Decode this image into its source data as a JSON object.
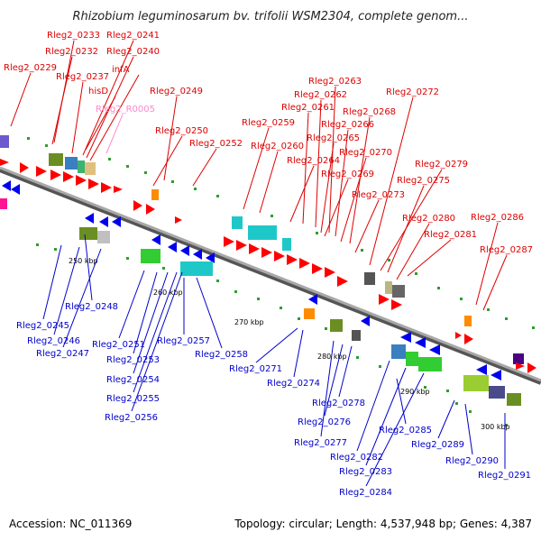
{
  "title": "Rhizobium leguminosarum bv. trifolii WSM2304, complete genom...",
  "footer": {
    "accession": "Accession: NC_011369",
    "summary": "Topology: circular; Length: 4,537,948 bp; Genes: 4,387"
  },
  "scale_ticks": [
    "250 kbp",
    "260 kbp",
    "270 kbp",
    "280 kbp",
    "290 kbp",
    "300 kbp"
  ],
  "colors": {
    "forward_label": "#dd0000",
    "reverse_label": "#0000cc",
    "rna_label": "#ff88cc",
    "backbone": "#808080",
    "forward_cds": "#ff0000",
    "reverse_cds": "#0000ee"
  },
  "forward_labels": [
    "Rleg2_0233",
    "Rleg2_0241",
    "Rleg2_0232",
    "Rleg2_0240",
    "Rleg2_0229",
    "infA",
    "Rleg2_0237",
    "hisD",
    "Rleg2_0249",
    "Rleg2_0250",
    "Rleg2_0252",
    "Rleg2_0263",
    "Rleg2_0262",
    "Rleg2_0261",
    "Rleg2_0259",
    "Rleg2_0268",
    "Rleg2_0266",
    "Rleg2_0265",
    "Rleg2_0260",
    "Rleg2_0264",
    "Rleg2_0270",
    "Rleg2_0269",
    "Rleg2_0272",
    "Rleg2_0273",
    "Rleg2_0279",
    "Rleg2_0275",
    "Rleg2_0280",
    "Rleg2_0281",
    "Rleg2_0286",
    "Rleg2_0287"
  ],
  "rna_labels": [
    "Rleg2_R0005"
  ],
  "reverse_labels": [
    "Rleg2_0248",
    "Rleg2_0245",
    "Rleg2_0246",
    "Rleg2_0247",
    "Rleg2_0251",
    "Rleg2_0253",
    "Rleg2_0254",
    "Rleg2_0255",
    "Rleg2_0256",
    "Rleg2_0257",
    "Rleg2_0258",
    "Rleg2_0271",
    "Rleg2_0274",
    "Rleg2_0278",
    "Rleg2_0276",
    "Rleg2_0277",
    "Rleg2_0285",
    "Rleg2_0282",
    "Rleg2_0283",
    "Rleg2_0284",
    "Rleg2_0289",
    "Rleg2_0290",
    "Rleg2_0291"
  ]
}
